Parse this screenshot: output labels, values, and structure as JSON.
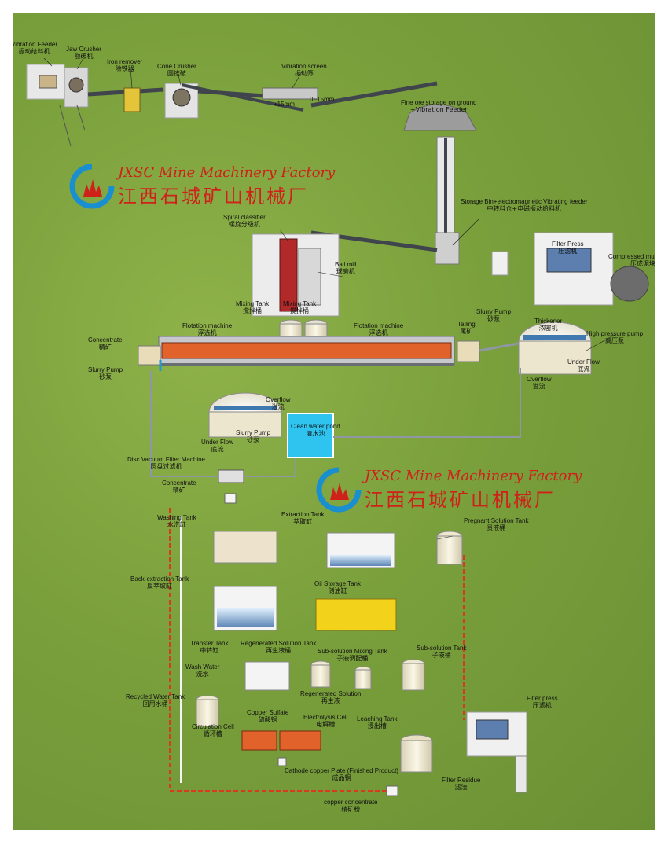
{
  "brand": {
    "name_en": "JXSC Mine Machinery Factory",
    "name_zh": "江西石城矿山机械厂"
  },
  "labels": {
    "vibration_feeder": {
      "en": "Vibration Feeder",
      "zh": "振动给料机"
    },
    "jaw_crusher": {
      "en": "Jaw Crusher",
      "zh": "颚破机"
    },
    "iron_remover": {
      "en": "Iron remover",
      "zh": "除铁器"
    },
    "cone_crusher": {
      "en": "Cone Crusher",
      "zh": "圆锥破"
    },
    "vibration_screen": {
      "en": "Vibration screen",
      "zh": "振动筛"
    },
    "size_over": "+15mm",
    "size_under": "0~15mm",
    "fine_ore_storage": {
      "en": "Fine ore storage on ground",
      "zh": "+Vibration Feeder"
    },
    "storage_bin": {
      "en": "Storage Bin+electromagnetic Vibrating feeder",
      "zh": "中转料仓+电磁振动给料机"
    },
    "spiral_classifier": {
      "en": "Spiral classifier",
      "zh": "螺旋分级机"
    },
    "ball_mill": {
      "en": "Ball mill",
      "zh": "球磨机"
    },
    "filter_press_top": {
      "en": "Filter Press",
      "zh": "压滤机"
    },
    "compressed_mud": {
      "en": "Compressed mud blocks",
      "zh": "压成泥块"
    },
    "mixing_tank_1": {
      "en": "Mixing Tank",
      "zh": "搅拌桶"
    },
    "mixing_tank_2": {
      "en": "Mixing Tank",
      "zh": "搅拌桶"
    },
    "flotation_1": {
      "en": "Flotation machine",
      "zh": "浮选机"
    },
    "flotation_2": {
      "en": "Flotation machine",
      "zh": "浮选机"
    },
    "concentrate_top": {
      "en": "Concentrate",
      "zh": "精矿"
    },
    "slurry_pump_left": {
      "en": "Slurry Pump",
      "zh": "砂泵"
    },
    "tailing": {
      "en": "Tailing",
      "zh": "尾矿"
    },
    "slurry_pump_right": {
      "en": "Slurry Pump",
      "zh": "砂泵"
    },
    "thickener": {
      "en": "Thickener",
      "zh": "浓密机"
    },
    "high_pressure_pump": {
      "en": "High pressure pump",
      "zh": "高压泵"
    },
    "under_flow_right": {
      "en": "Under Flow",
      "zh": "底流"
    },
    "overflow_right": {
      "en": "Overflow",
      "zh": "溢流"
    },
    "overflow_mid": {
      "en": "Overflow",
      "zh": "溢流"
    },
    "clean_water_pond": {
      "en": "Clean water pond",
      "zh": "清水池"
    },
    "slurry_pump_mid": {
      "en": "Slurry Pump",
      "zh": "砂泵"
    },
    "under_flow_mid": {
      "en": "Under Flow",
      "zh": "底流"
    },
    "disc_filter": {
      "en": "Disc Vacuum Filter Machine",
      "zh": "圆盘过滤机"
    },
    "concentrate_mid": {
      "en": "Concentrate",
      "zh": "精矿"
    },
    "washing_tank": {
      "en": "Washing Tank",
      "zh": "水洗缸"
    },
    "extraction_tank": {
      "en": "Extraction Tank",
      "zh": "萃取缸"
    },
    "pregnant_solution": {
      "en": "Pregnant Solution Tank",
      "zh": "贵液桶"
    },
    "back_extraction": {
      "en": "Back-extraction Tank",
      "zh": "反萃取缸"
    },
    "oil_storage": {
      "en": "Oil Storage Tank",
      "zh": "储油缸"
    },
    "transfer_tank": {
      "en": "Transfer Tank",
      "zh": "中转缸"
    },
    "regenerated_tank": {
      "en": "Regenerated Solution Tank",
      "zh": "再生液桶"
    },
    "sub_mixing": {
      "en": "Sub-solution Mixing Tank",
      "zh": "子液调配桶"
    },
    "sub_solution": {
      "en": "Sub-solution Tank",
      "zh": "子液桶"
    },
    "wash_water": {
      "en": "Wash Water",
      "zh": "洗水"
    },
    "regenerated_solution": {
      "en": "Regenerated Solution",
      "zh": "再生液"
    },
    "recycled_water": {
      "en": "Recycled Water Tank",
      "zh": "回用水桶"
    },
    "copper_sulfate": {
      "en": "Copper Sulfate",
      "zh": "硫酸铜"
    },
    "electrolysis_cell": {
      "en": "Electrolysis Cell",
      "zh": "电解槽"
    },
    "leaching_tank": {
      "en": "Leaching Tank",
      "zh": "浸出槽"
    },
    "filter_press_bottom": {
      "en": "Filter press",
      "zh": "压滤机"
    },
    "circulation_cell": {
      "en": "Circulation Cell",
      "zh": "循环槽"
    },
    "cathode_plate": {
      "en": "Cathode copper Plate (Finished Product)",
      "zh": "成品铜"
    },
    "filter_residue": {
      "en": "Filter Residue",
      "zh": "滤渣"
    },
    "copper_concentrate": {
      "en": "copper concentrate",
      "zh": "精矿粉"
    }
  },
  "colors": {
    "grass": "#7aa03c",
    "brand_red": "#d0201a",
    "brand_blue": "#1a8fd0",
    "pipe_red": "#d8391f",
    "pipe_white": "#f4f4f4",
    "pipe_grey": "#8e97a3",
    "water_blue": "#2ec4ef",
    "tank_yellow": "#f2d21a"
  }
}
